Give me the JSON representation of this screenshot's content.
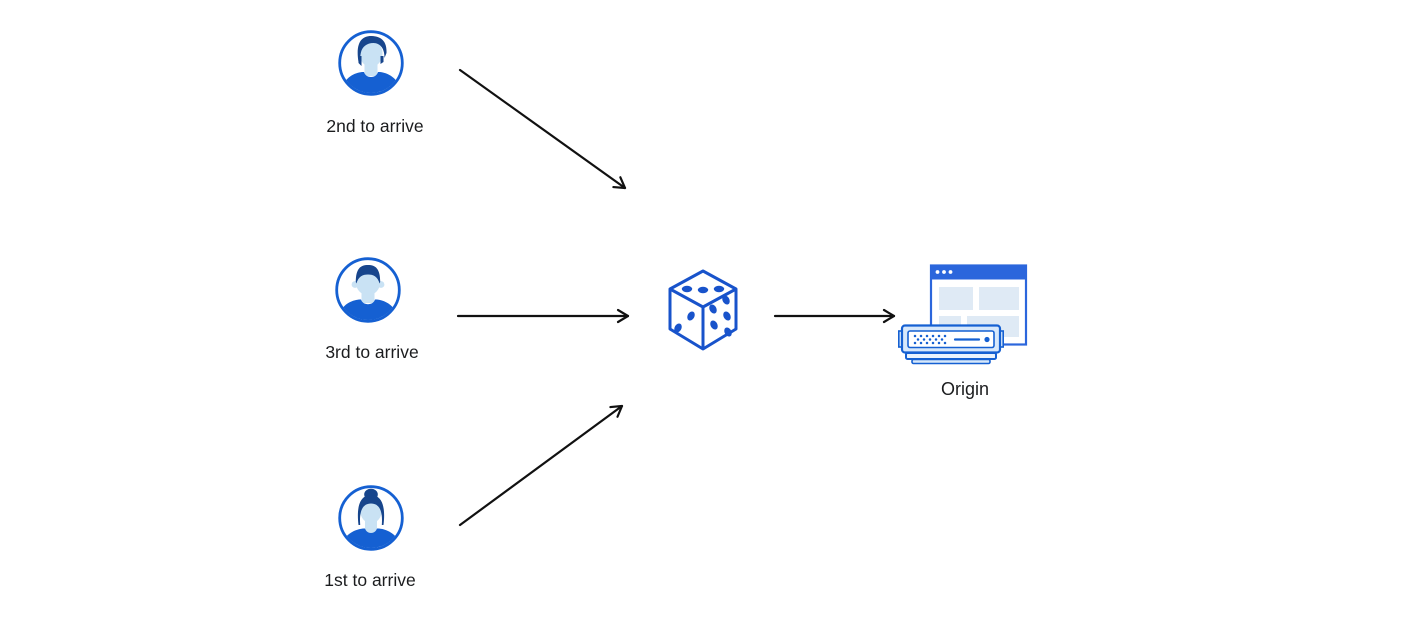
{
  "diagram": {
    "clients": [
      {
        "label": "2nd to arrive",
        "icon": "avatar-man-sidepart-icon"
      },
      {
        "label": "3rd to arrive",
        "icon": "avatar-man-flattop-icon"
      },
      {
        "label": "1st to arrive",
        "icon": "avatar-woman-bun-icon"
      }
    ],
    "selector": {
      "icon": "dice-icon"
    },
    "origin": {
      "label": "Origin",
      "icon": "origin-server-icon"
    },
    "connections": [
      {
        "from": "client-2nd-to-arrive",
        "to": "dice"
      },
      {
        "from": "client-3rd-to-arrive",
        "to": "dice"
      },
      {
        "from": "client-1st-to-arrive",
        "to": "dice"
      },
      {
        "from": "dice",
        "to": "origin"
      }
    ],
    "colors": {
      "primary_blue": "#1560d2",
      "dark_hair_blue": "#17458c",
      "face_light_blue": "#c9e2f4",
      "dice_blue": "#1853cb",
      "window_header_blue": "#2b66dc",
      "panel_light_blue": "#dfeaf5",
      "server_fill_blue": "#d7e8fb",
      "arrow_black": "#111111",
      "label_text": "#1b1c1e",
      "background": "#ffffff"
    }
  }
}
